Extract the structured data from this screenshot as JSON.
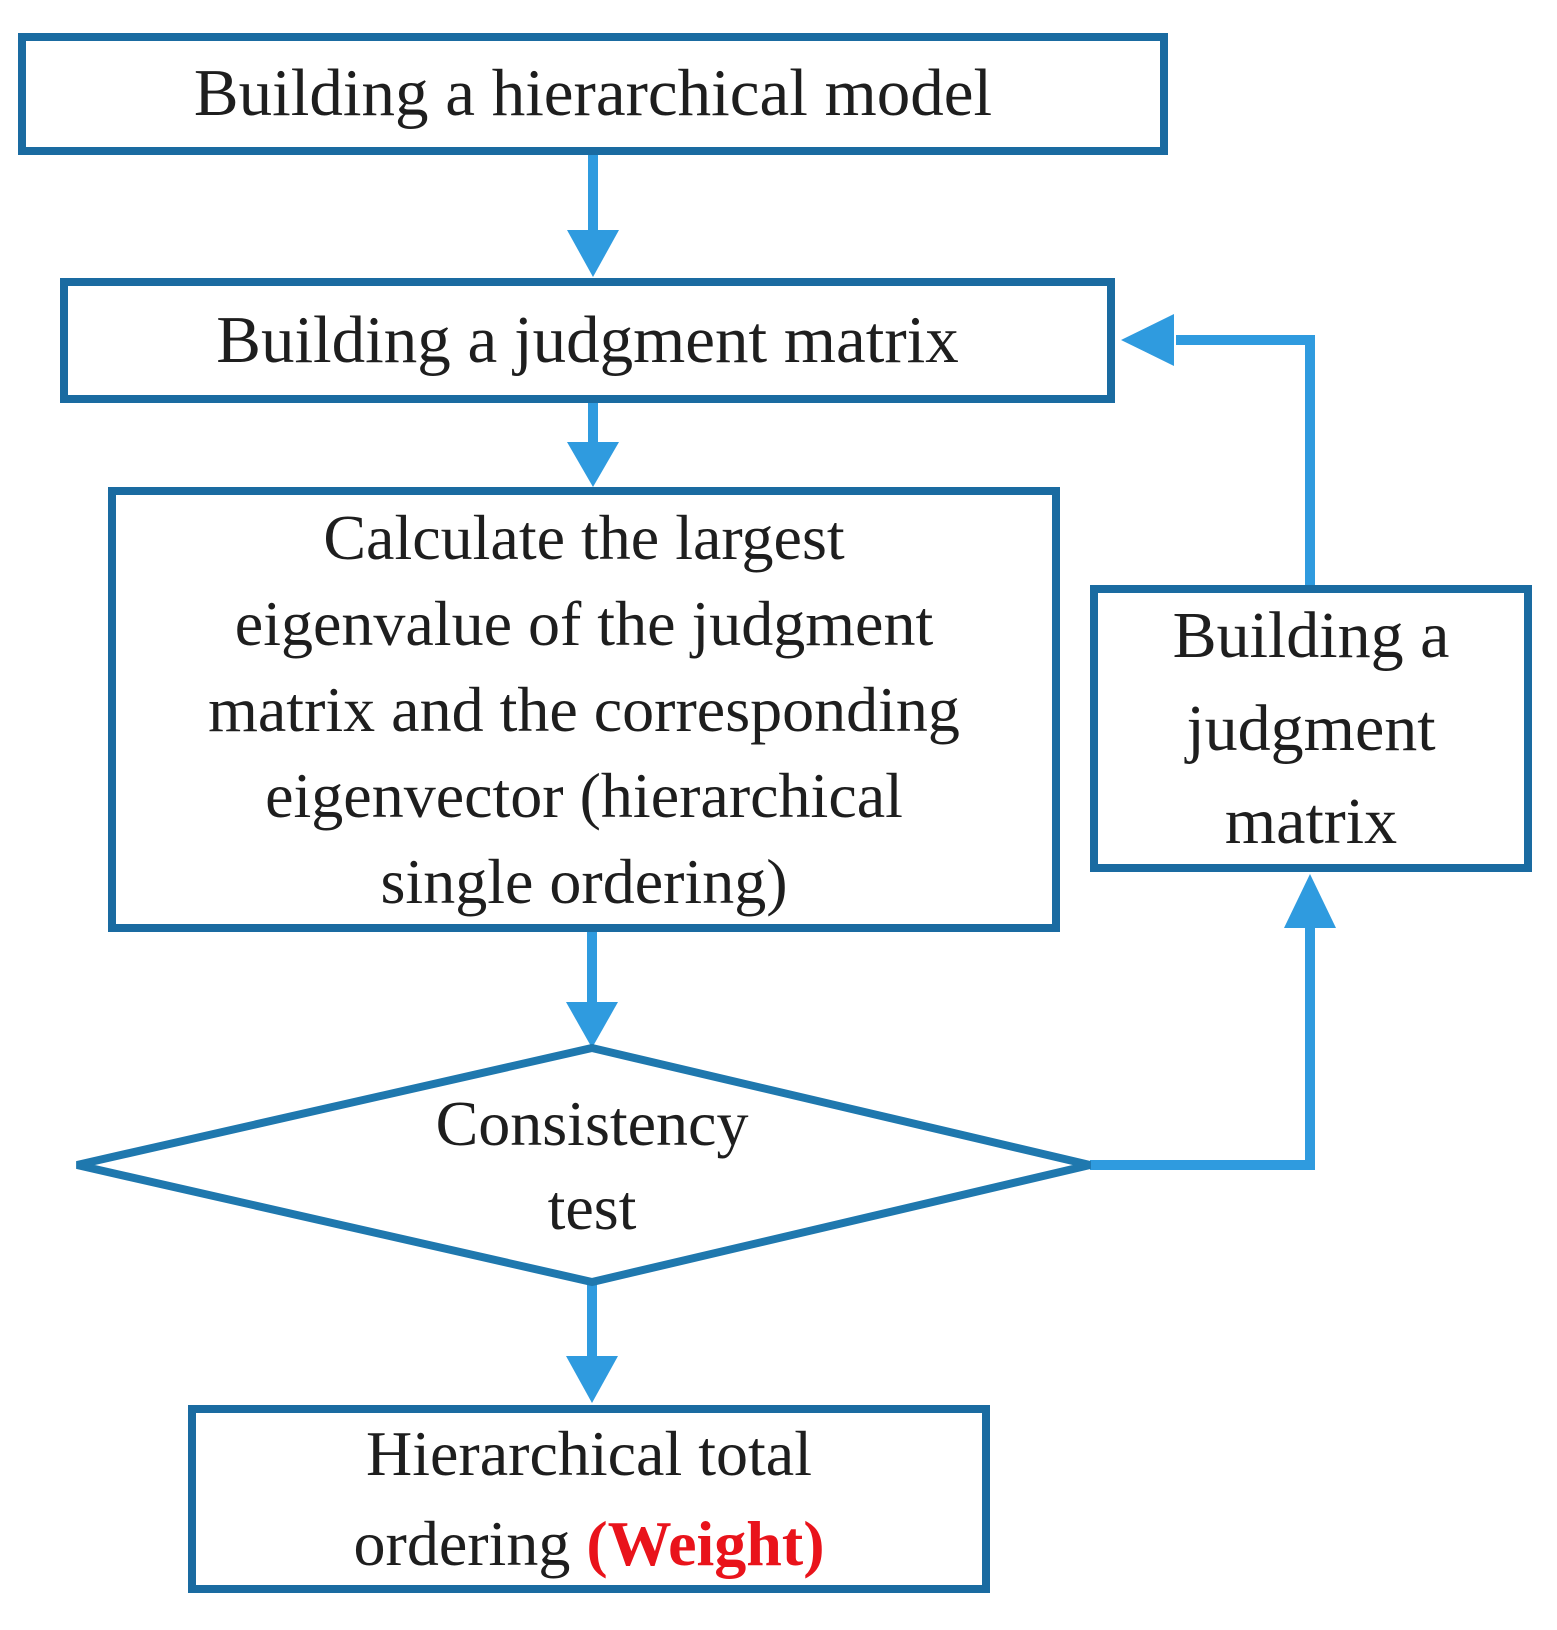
{
  "nodes": {
    "build_model": {
      "label": "Building a hierarchical model"
    },
    "build_matrix": {
      "label": "Building a judgment matrix"
    },
    "calc_eigen": {
      "lines": [
        "Calculate the largest",
        "eigenvalue of the judgment",
        "matrix and the corresponding",
        "eigenvector (hierarchical",
        "single ordering)"
      ]
    },
    "rebuild_matrix": {
      "lines": [
        "Building a",
        "judgment",
        "matrix"
      ]
    },
    "consistency_test": {
      "lines": [
        "Consistency",
        "test"
      ]
    },
    "total_ordering": {
      "line1": "Hierarchical total",
      "line2_text": "ordering",
      "line2_highlight": "(Weight)"
    }
  },
  "colors": {
    "box_border": "#1a6ba1",
    "diamond_border": "#1f78ae",
    "arrow": "#2f9bdf",
    "text": "#1e1e1e",
    "highlight_red": "#e9131b",
    "background": "#ffffff"
  }
}
